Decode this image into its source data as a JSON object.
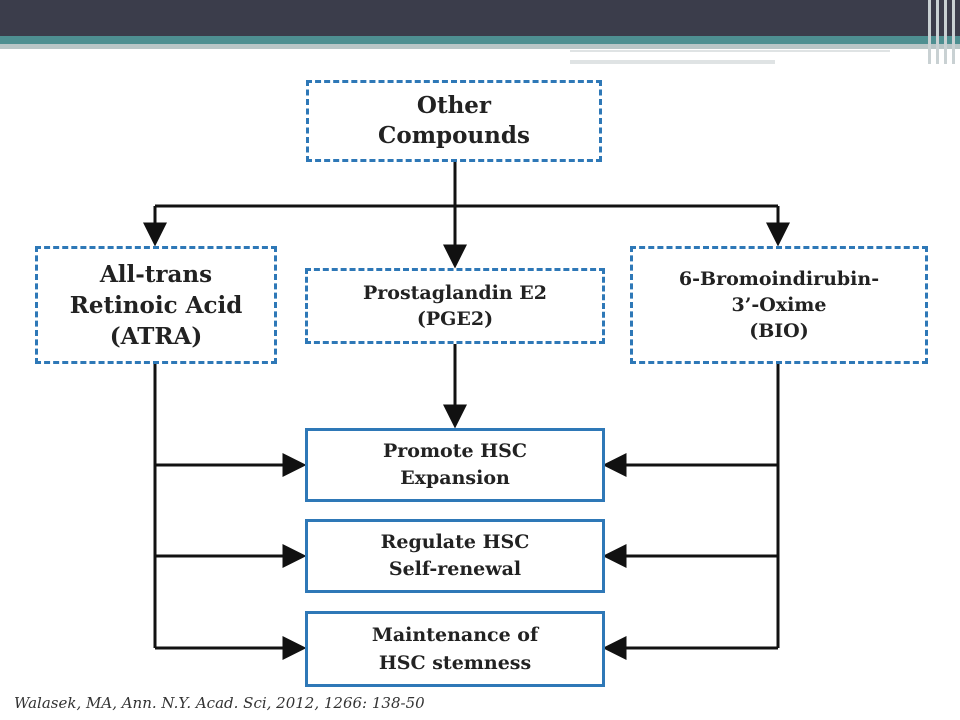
{
  "nodes": {
    "other": {
      "lines": [
        "Other",
        "Compounds"
      ]
    },
    "atra": {
      "lines": [
        "All-trans",
        "Retinoic Acid",
        "(ATRA)"
      ]
    },
    "pge2": {
      "lines": [
        "Prostaglandin E2",
        "(PGE2)"
      ]
    },
    "bio": {
      "lines": [
        "6-Bromoindirubin-",
        "3’-Oxime",
        "(BIO)"
      ]
    },
    "promote": {
      "lines": [
        "Promote HSC",
        "Expansion"
      ]
    },
    "regulate": {
      "lines": [
        "Regulate HSC",
        "Self-renewal"
      ]
    },
    "maintain": {
      "lines": [
        "Maintenance of",
        "HSC stemness"
      ]
    }
  },
  "edges": [
    {
      "from": "Other Compounds",
      "to": "All-trans Retinoic Acid (ATRA)"
    },
    {
      "from": "Other Compounds",
      "to": "Prostaglandin E2 (PGE2)"
    },
    {
      "from": "Other Compounds",
      "to": "6-Bromoindirubin-3’-Oxime (BIO)"
    },
    {
      "from": "Prostaglandin E2 (PGE2)",
      "to": "Promote HSC Expansion"
    },
    {
      "from": "All-trans Retinoic Acid (ATRA)",
      "to": "Promote HSC Expansion"
    },
    {
      "from": "All-trans Retinoic Acid (ATRA)",
      "to": "Regulate HSC Self-renewal"
    },
    {
      "from": "All-trans Retinoic Acid (ATRA)",
      "to": "Maintenance of HSC stemness"
    },
    {
      "from": "6-Bromoindirubin-3’-Oxime (BIO)",
      "to": "Promote HSC Expansion"
    },
    {
      "from": "6-Bromoindirubin-3’-Oxime (BIO)",
      "to": "Regulate HSC Self-renewal"
    },
    {
      "from": "6-Bromoindirubin-3’-Oxime (BIO)",
      "to": "Maintenance of HSC stemness"
    }
  ],
  "citation": "Walasek, MA, Ann. N.Y. Acad. Sci, 2012, 1266: 138-50",
  "colors": {
    "box_border": "#2e78b7",
    "arrow": "#111111",
    "header_dark": "#3b3d4b",
    "header_teal": "#4e8f91"
  }
}
